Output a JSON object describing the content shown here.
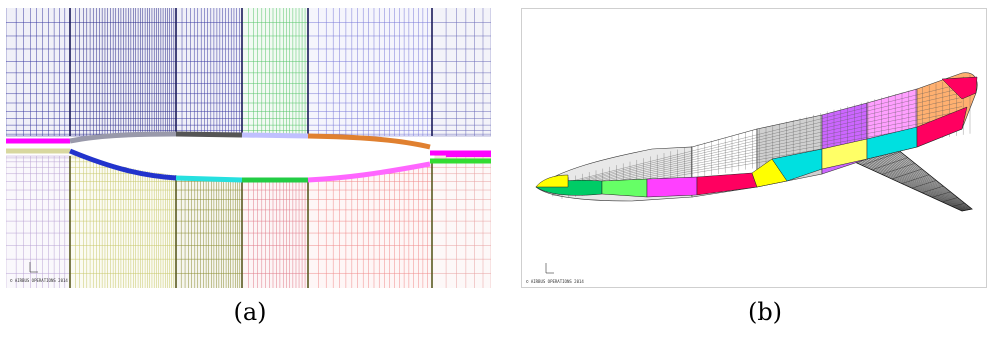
{
  "figure": {
    "panels": [
      {
        "caption": "(a)",
        "watermark": "© AIRBUS OPERATIONS 2014",
        "block_colors": [
          "#2a2a8a",
          "#3a3aa0",
          "#55c46a",
          "#7a7ad8",
          "#b9a3d3",
          "#c7c76a",
          "#8b8b30",
          "#e07a88",
          "#f08a8a",
          "#ff00ff",
          "#26e0e0",
          "#2233cc"
        ]
      },
      {
        "caption": "(b)",
        "watermark": "© AIRBUS OPERATIONS 2014",
        "surface_colors": [
          "#ff40ff",
          "#ff9fff",
          "#cc66ff",
          "#ffb070",
          "#ff0060",
          "#00e0e0",
          "#ffff00",
          "#00cc66",
          "#66ff66",
          "#8844ff",
          "#202020",
          "#ff8800"
        ]
      }
    ]
  }
}
